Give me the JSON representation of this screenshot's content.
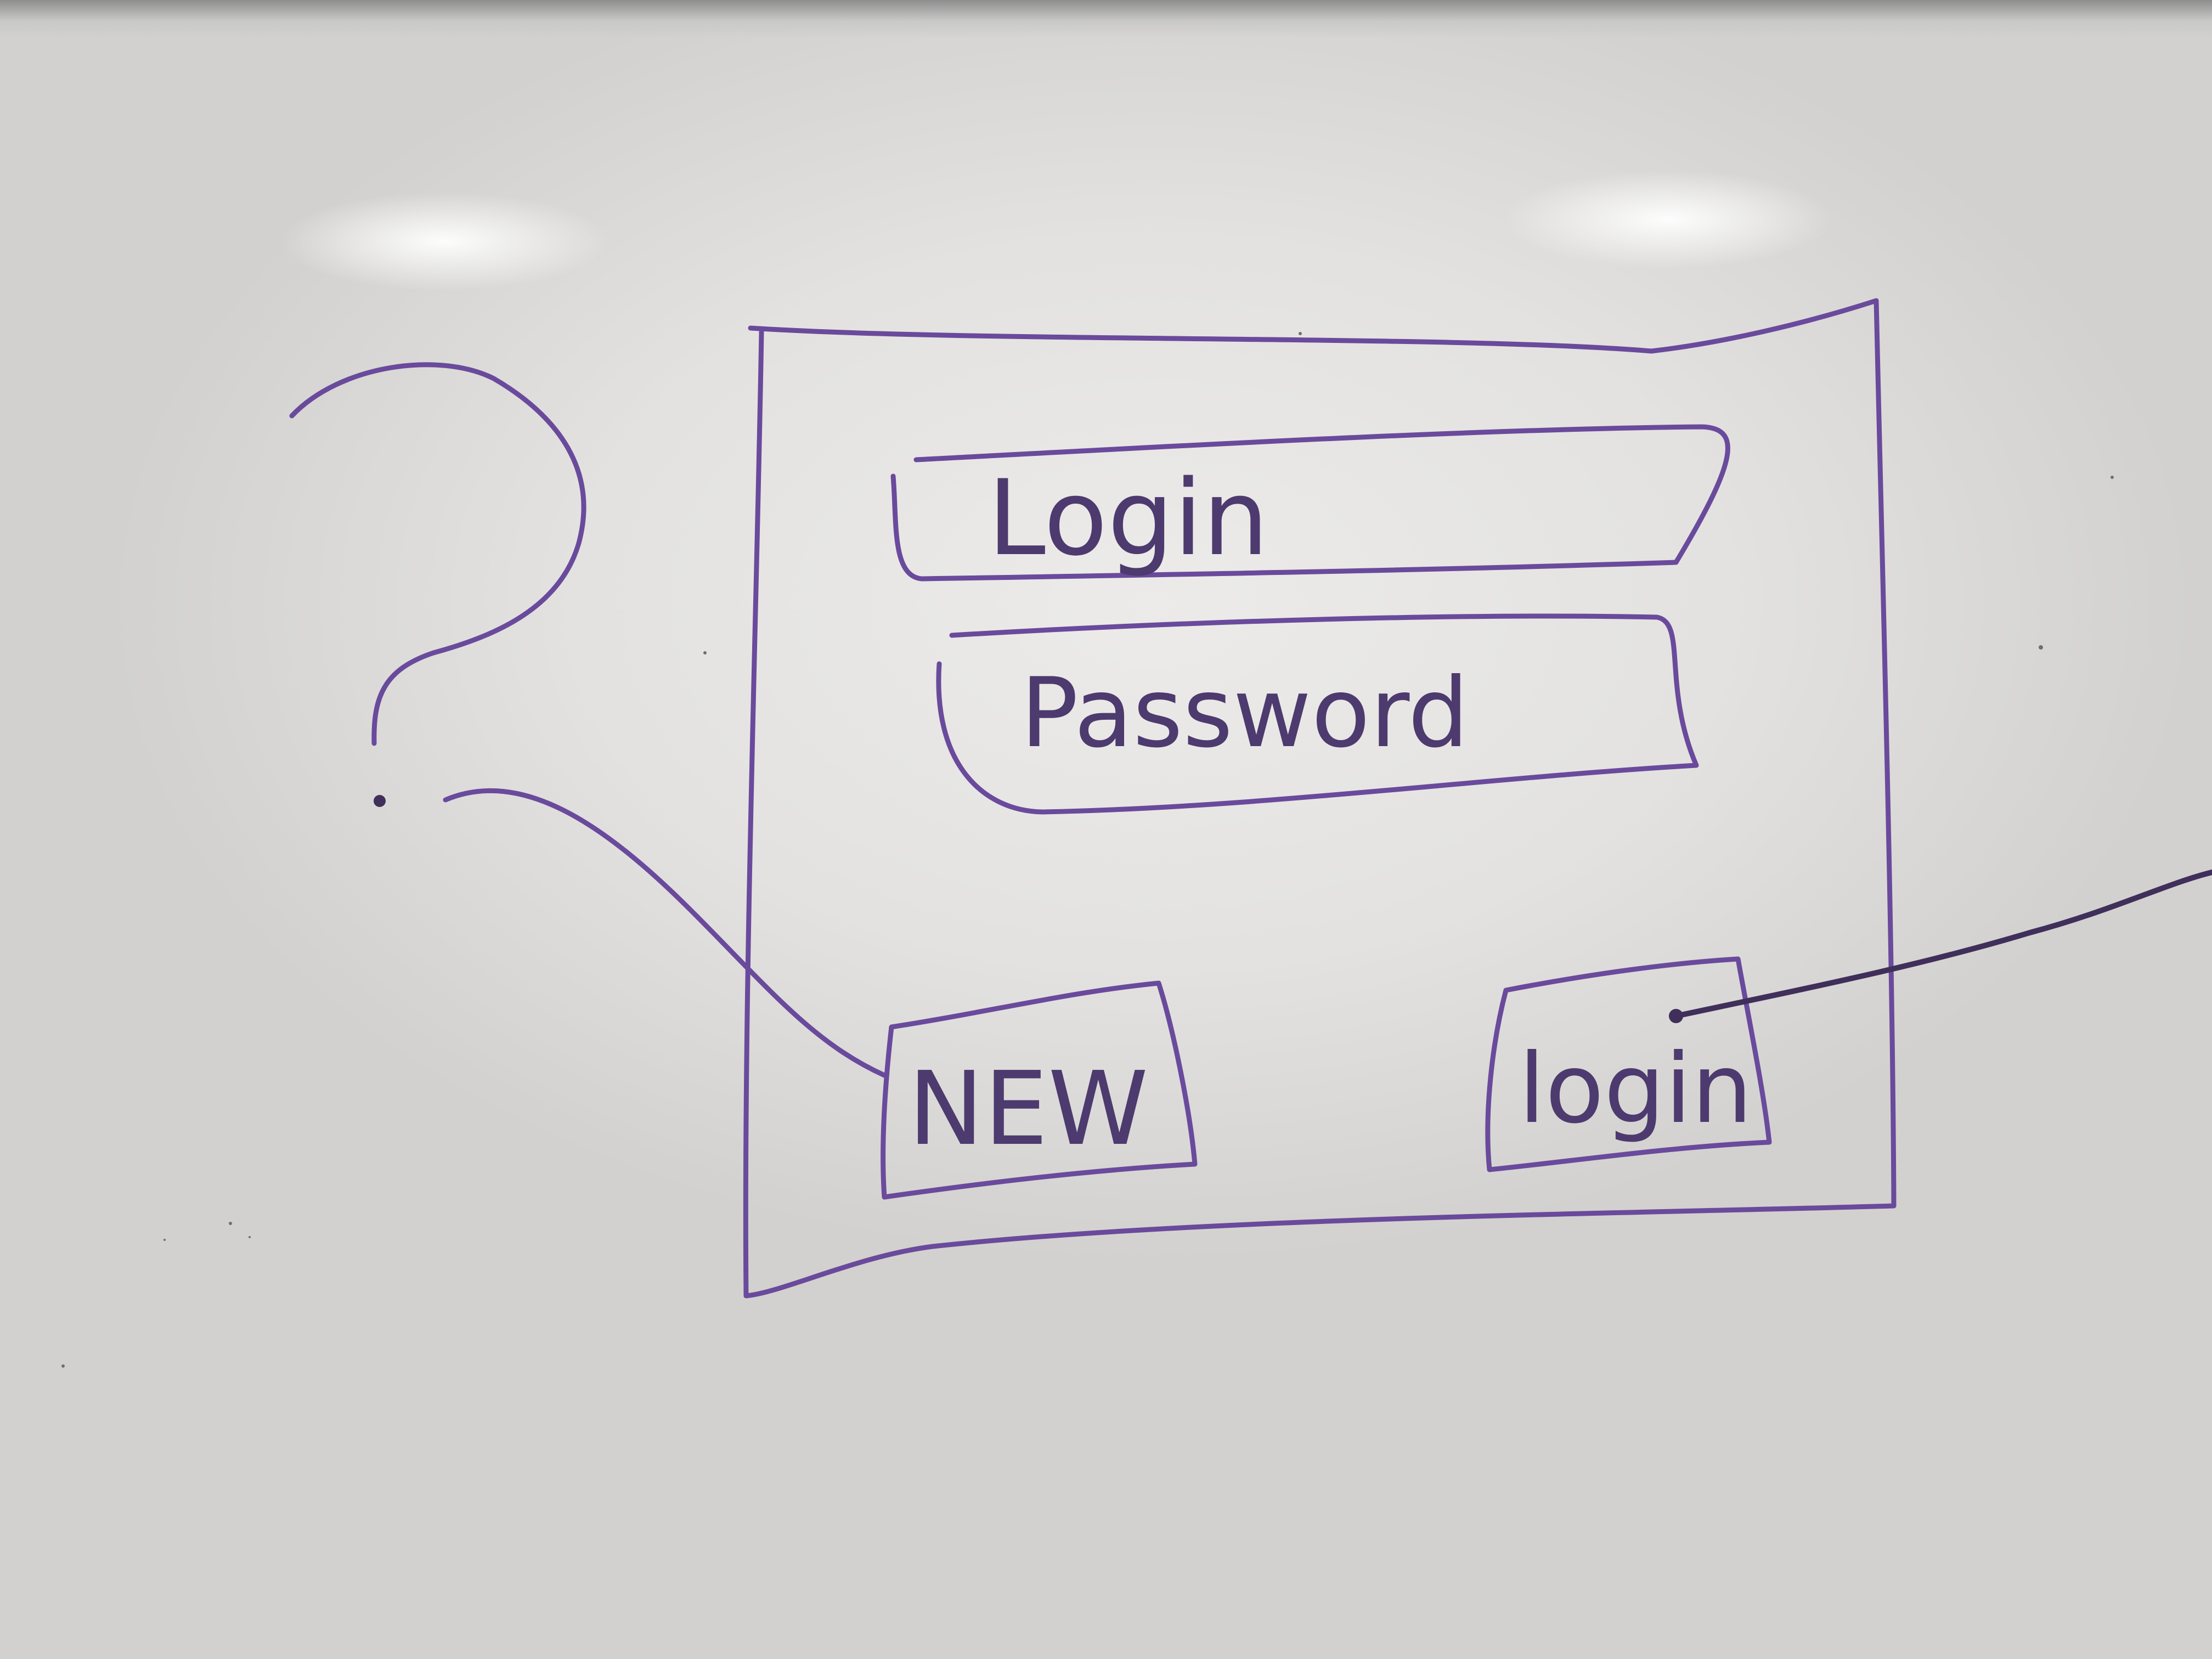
{
  "sketch": {
    "title": "",
    "ink_color": "#6a4a9c",
    "dark_ink_color": "#3f2f5a",
    "question_mark": "?",
    "login_field": {
      "label": "Login"
    },
    "password_field": {
      "label": "Password"
    },
    "new_button": {
      "label": "NEW"
    },
    "login_button": {
      "label": "login"
    }
  }
}
